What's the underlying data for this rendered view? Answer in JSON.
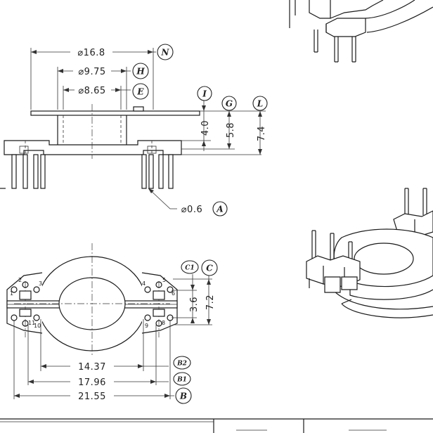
{
  "front_view": {
    "dims": {
      "d_outer": "⌀16.8",
      "d_mid": "⌀9.75",
      "d_inner": "⌀8.65",
      "h1": "4.0",
      "h2": "5.8",
      "h3": "7.4",
      "pin": "⌀0.6"
    },
    "tags": {
      "N": "N",
      "H": "H",
      "E": "E",
      "I": "I",
      "G": "G",
      "L": "L",
      "A": "A"
    }
  },
  "bottom_view": {
    "dims": {
      "b2": "14.37",
      "b1": "17.96",
      "b": "21.55",
      "c1": "3.6",
      "c": "7.2"
    },
    "tags": {
      "C1": "C1",
      "C": "C",
      "B2": "B2",
      "B1": "B1",
      "B": "B"
    },
    "pin_numbers": {
      "p1": "1",
      "p2": "2",
      "p3": "3",
      "p4": "4",
      "p5": "5",
      "p6": "6",
      "p8": "8",
      "p9": "9",
      "p10": "10",
      "p11": "11"
    }
  }
}
